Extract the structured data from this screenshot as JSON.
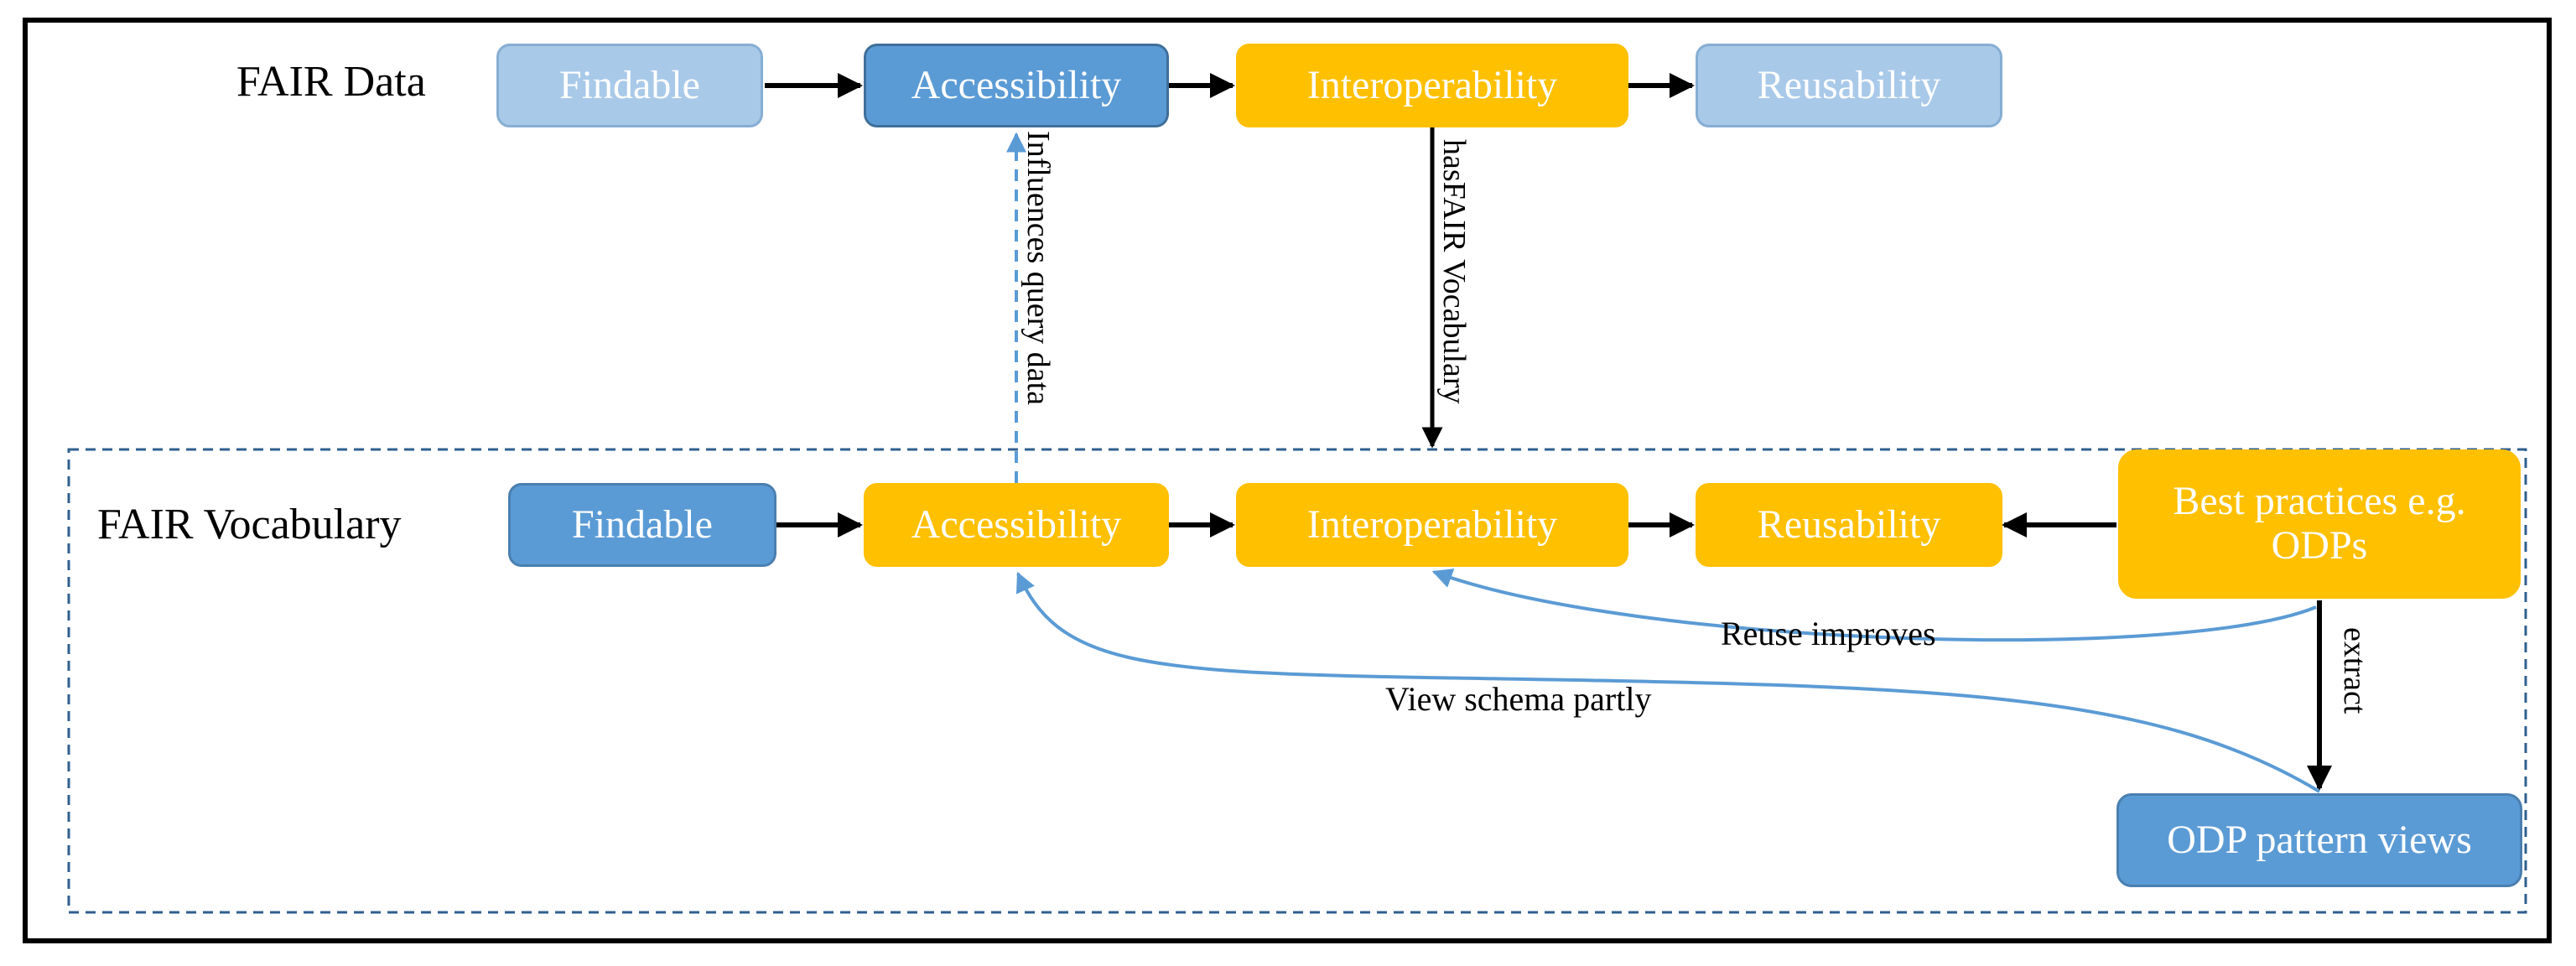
{
  "fair_data": {
    "label": "FAIR Data",
    "nodes": [
      "Findable",
      "Accessibility",
      "Interoperability",
      "Reusability"
    ]
  },
  "fair_vocabulary": {
    "label": "FAIR Vocabulary",
    "nodes": [
      "Findable",
      "Accessibility",
      "Interoperability",
      "Reusability"
    ],
    "best_practices": "Best practices e.g. ODPs",
    "odp_views": "ODP pattern views"
  },
  "edges": {
    "influences": "Influences query data",
    "has_fair_vocab": "hasFAIR Vocabulary",
    "reuse_improves": "Reuse improves",
    "view_schema": "View schema partly",
    "extract": "extract"
  },
  "colors": {
    "light_blue": "#a9c9e9",
    "blue": "#5b9bd5",
    "yellow": "#ffc000",
    "connector_blue": "#5b9bd5",
    "frame": "#000000",
    "dashed_border": "#2f5f8f"
  }
}
